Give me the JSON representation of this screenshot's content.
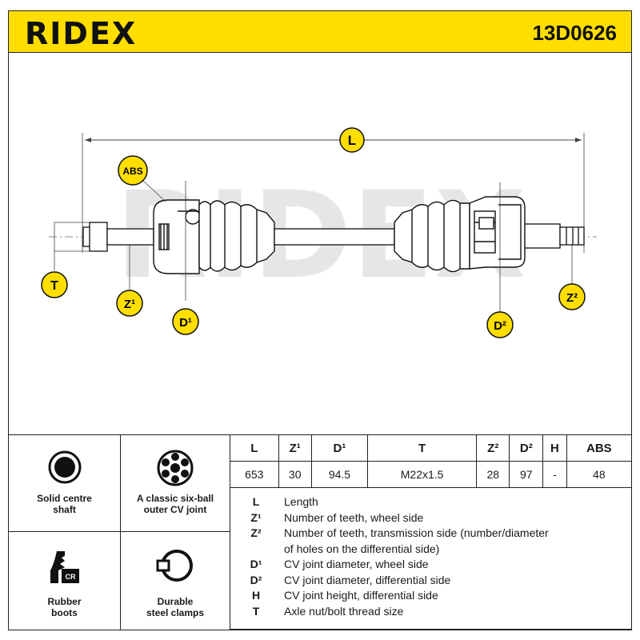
{
  "brand": {
    "name": "RIDEX",
    "part_number": "13D0626",
    "color": "#ffde00"
  },
  "drawing": {
    "labels": {
      "L": "L",
      "ABS": "ABS",
      "T": "T",
      "Z1": "Z¹",
      "D1": "D¹",
      "D2": "D²",
      "Z2": "Z²"
    },
    "watermark": "RIDEX"
  },
  "features": [
    {
      "icon": "solid-shaft-icon",
      "label_line1": "Solid centre",
      "label_line2": "shaft"
    },
    {
      "icon": "six-ball-joint-icon",
      "label_line1": "A classic six-ball",
      "label_line2": "outer CV joint"
    },
    {
      "icon": "rubber-boot-icon",
      "icon_text": "CR",
      "label_line1": "Rubber",
      "label_line2": "boots"
    },
    {
      "icon": "steel-clamp-icon",
      "label_line1": "Durable",
      "label_line2": "steel clamps"
    }
  ],
  "spec_table": {
    "headers": [
      "L",
      "Z¹",
      "D¹",
      "T",
      "Z²",
      "D²",
      "H",
      "ABS"
    ],
    "values": [
      "653",
      "30",
      "94.5",
      "M22x1.5",
      "28",
      "97",
      "-",
      "48"
    ]
  },
  "legend": [
    {
      "key": "L",
      "text": "Length"
    },
    {
      "key": "Z¹",
      "text": "Number of teeth, wheel side"
    },
    {
      "key": "Z²",
      "text": "Number of teeth, transmission side (number/diameter"
    },
    {
      "key": "",
      "text": "of holes on the differential side)"
    },
    {
      "key": "D¹",
      "text": "CV joint diameter, wheel side"
    },
    {
      "key": "D²",
      "text": "CV joint diameter, differential side"
    },
    {
      "key": "H",
      "text": "CV joint height, differential side"
    },
    {
      "key": "T",
      "text": "Axle nut/bolt thread size"
    }
  ]
}
